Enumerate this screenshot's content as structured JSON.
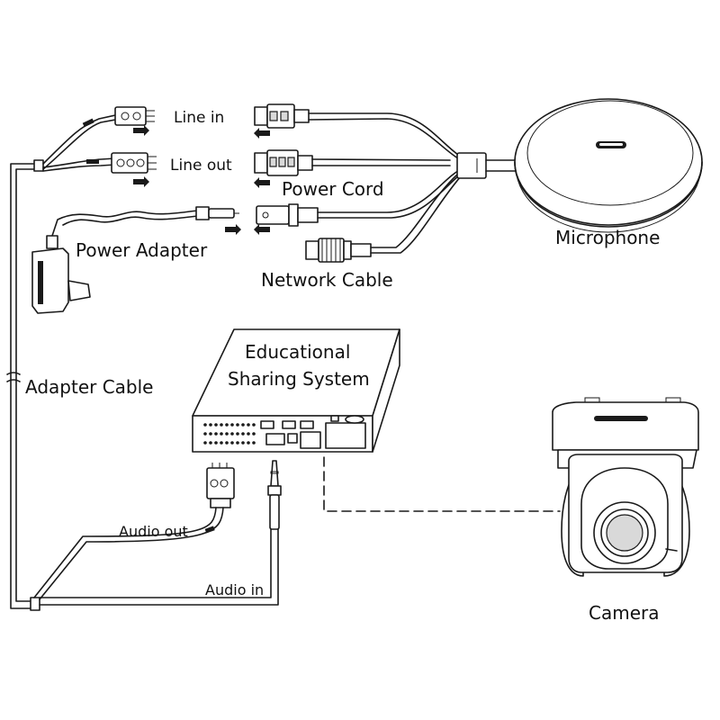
{
  "labels": {
    "line_in": "Line in",
    "line_out": "Line out",
    "power_cord": "Power Cord",
    "power_adapter": "Power Adapter",
    "network_cable": "Network Cable",
    "microphone": "Microphone",
    "adapter_cable": "Adapter Cable",
    "sharing_system_line1": "Educational",
    "sharing_system_line2": "Sharing System",
    "audio_out": "Audio out",
    "audio_in": "Audio in",
    "camera": "Camera"
  },
  "colors": {
    "line": "#1a1a1a",
    "background": "#ffffff",
    "panel": "#d9d9d9"
  }
}
